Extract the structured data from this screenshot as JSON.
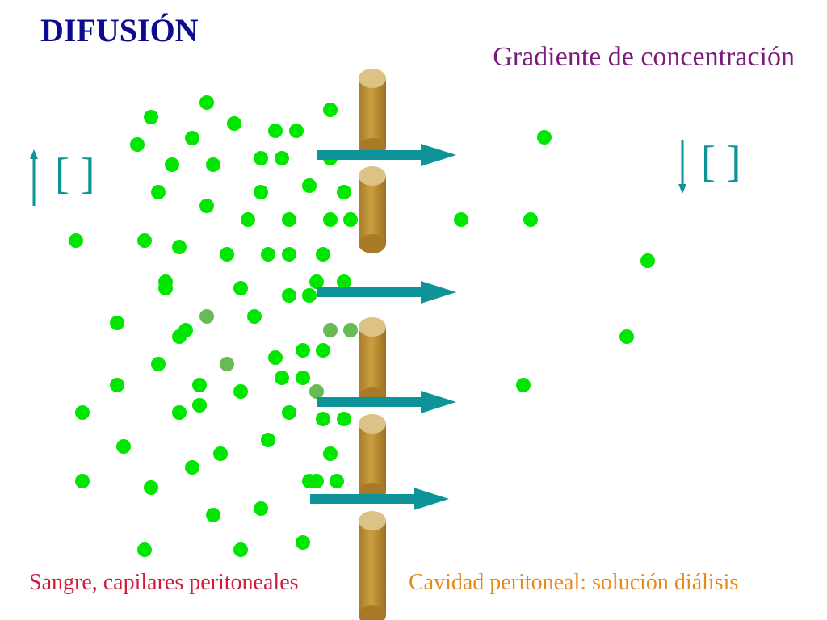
{
  "title": "DIFUSIÓN",
  "gradient_label": "Gradiente de concentración",
  "left_compartment_label": "Sangre, capilares peritoneales",
  "right_compartment_label": "Cavidad peritoneal: solución diálisis",
  "left_concentration_symbol": "[ ]",
  "right_concentration_symbol": "[ ]",
  "colors": {
    "title": "#0b0b8f",
    "gradient_label": "#7a1a7a",
    "left_label": "#d41a3a",
    "right_label": "#e88a1a",
    "particle": "#00e600",
    "particle_faded": "#66bb55",
    "arrow": "#0e9498",
    "membrane_pore": "#c09438",
    "membrane_pore_top": "#dcc286"
  }
}
